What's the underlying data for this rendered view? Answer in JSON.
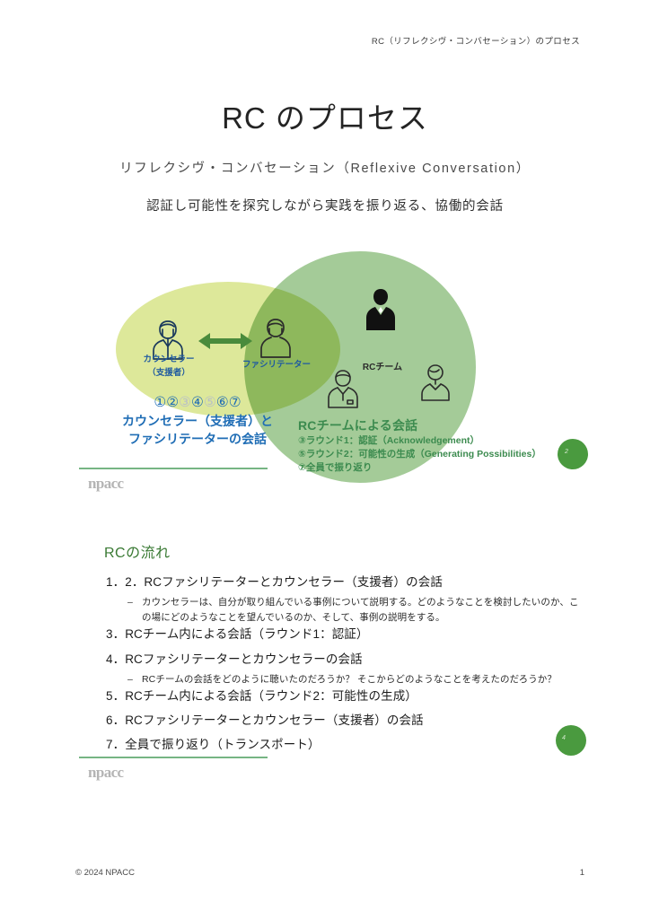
{
  "header": {
    "running_head": "RC（リフレクシヴ・コンバセーション）のプロセス"
  },
  "title_block": {
    "title": "RC のプロセス",
    "subtitle": "リフレクシヴ・コンバセーション（Reflexive Conversation）",
    "tagline": "認証し可能性を探究しながら実践を振り返る、協働的会話"
  },
  "diagram": {
    "colors": {
      "yellow_ellipse": "#dde89a",
      "green_circle": "#a4cb98",
      "arrow": "#4a8b3c",
      "blue_label": "#1f6db5",
      "green_label": "#3c8b4f",
      "badge": "#4a9a3f"
    },
    "labels": {
      "counselor_line1": "カウンセラー",
      "counselor_line2": "（支援者）",
      "facilitator": "ファシリテーター",
      "rc_team": "RCチーム"
    },
    "caption_left": {
      "numbers": [
        {
          "glyph": "①",
          "dim": false
        },
        {
          "glyph": "②",
          "dim": false
        },
        {
          "glyph": "③",
          "dim": true
        },
        {
          "glyph": "④",
          "dim": false
        },
        {
          "glyph": "⑤",
          "dim": true
        },
        {
          "glyph": "⑥",
          "dim": false
        },
        {
          "glyph": "⑦",
          "dim": false
        }
      ],
      "line1": "カウンセラー（支援者）と",
      "line2": "ファシリテーターの会話"
    },
    "caption_right": {
      "heading": "RCチームによる会話",
      "lines": [
        "③ラウンド1：認証（Acknowledgement）",
        "⑤ラウンド2：可能性の生成（Generating Possibilities）",
        "⑦全員で振り返り"
      ]
    },
    "badge_top_number": "2",
    "badge_bottom_number": "4"
  },
  "logo": {
    "word": "npacc"
  },
  "flow": {
    "heading": "RCの流れ",
    "items": [
      {
        "text": "1．2．RCファシリテーターとカウンセラー（支援者）の会話",
        "sub": [
          "カウンセラーは、自分が取り組んでいる事例について説明する。どのようなことを検討したいのか、この場にどのようなことを望んでいるのか、そして、事例の説明をする。"
        ]
      },
      {
        "text": "3．RCチーム内による会話（ラウンド1：認証）",
        "sub": []
      },
      {
        "text": "4．RCファシリテーターとカウンセラーの会話",
        "sub": [
          "RCチームの会話をどのように聴いたのだろうか？ そこからどのようなことを考えたのだろうか？"
        ]
      },
      {
        "text": "5．RCチーム内による会話（ラウンド2：可能性の生成）",
        "sub": []
      },
      {
        "text": "6．RCファシリテーターとカウンセラー（支援者）の会話",
        "sub": []
      },
      {
        "text": "7．全員で振り返り（トランスポート）",
        "sub": []
      }
    ],
    "sub_bullet_glyph": "–"
  },
  "footer": {
    "copyright": "© 2024 NPACC",
    "page_number": "1"
  }
}
